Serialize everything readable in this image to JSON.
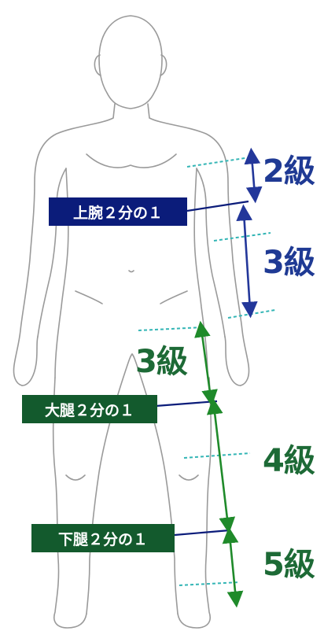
{
  "colors": {
    "outline": "#9a9a9a",
    "upper_arm": "#23379a",
    "upper_arm_box": "#0b1c7a",
    "leg": "#1f8a2a",
    "leg_box": "#135a2d",
    "grade_text_blue": "#1f3a94",
    "grade_text_green": "#1d6a36",
    "dash": "#33b5b5"
  },
  "labels": {
    "upper_arm_half": "上腕２分の１",
    "thigh_half": "大腿２分の１",
    "lower_leg_half": "下腿２分の１"
  },
  "grades": {
    "upper_arm_upper": "2級",
    "upper_arm_lower": "3級",
    "thigh_upper": "3級",
    "thigh_lower": "4級",
    "lower_leg": "5級"
  }
}
